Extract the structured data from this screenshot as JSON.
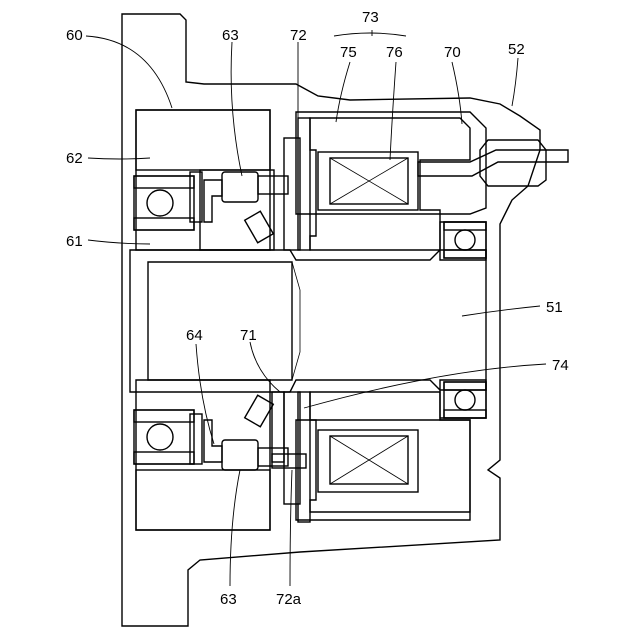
{
  "figure": {
    "labels": {
      "l60": "60",
      "l62": "62",
      "l61": "61",
      "l63top": "63",
      "l72": "72",
      "l73": "73",
      "l75": "75",
      "l76": "76",
      "l70": "70",
      "l52": "52",
      "l51": "51",
      "l64": "64",
      "l71": "71",
      "l74": "74",
      "l63bottom": "63",
      "l72a": "72a"
    }
  }
}
